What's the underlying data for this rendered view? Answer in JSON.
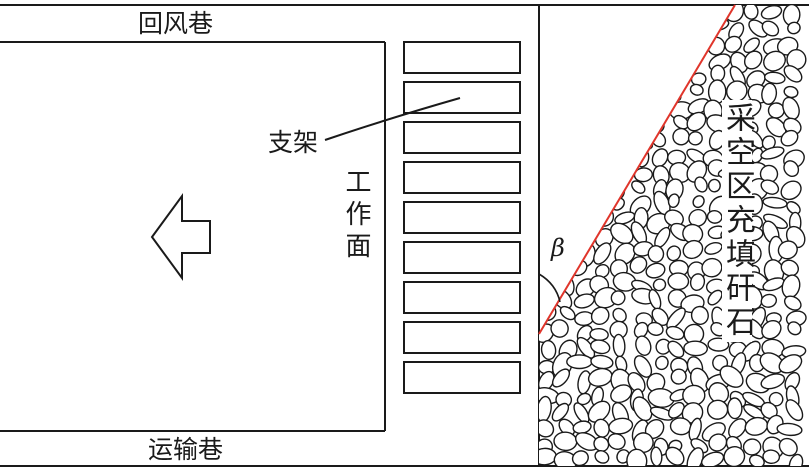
{
  "labels": {
    "return_airway": "回风巷",
    "haulage_roadway": "运输巷",
    "support": "支架",
    "working_face": "工作面",
    "goaf_fill": "采空区充填矸石",
    "angle": "β"
  },
  "colors": {
    "line": "#1a1a1a",
    "slope_line": "#e0352b",
    "background": "#ffffff"
  },
  "icons": {
    "advance_direction": "left-arrow-icon"
  },
  "support_count": 9
}
